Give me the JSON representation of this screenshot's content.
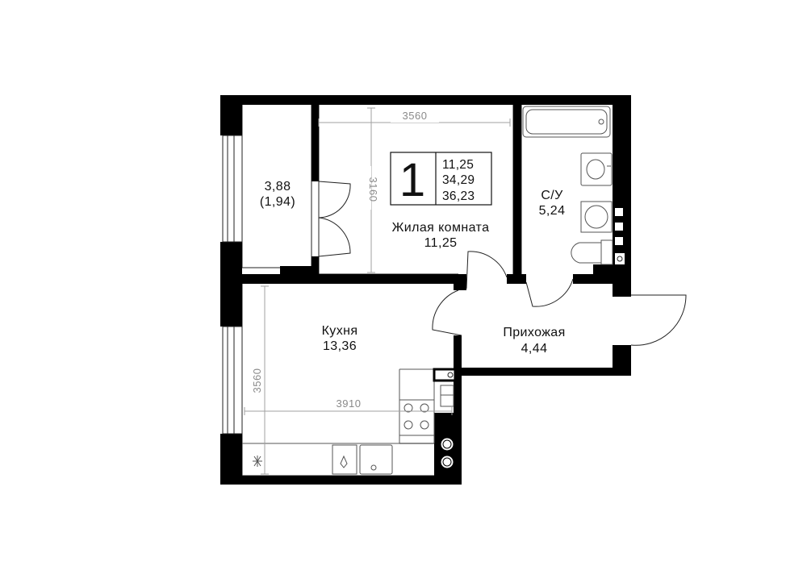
{
  "summary": {
    "rooms_count": "1",
    "living_area": "11,25",
    "total_area": "34,29",
    "total_area_with_balcony": "36,23"
  },
  "rooms": {
    "balcony": {
      "area": "3,88",
      "reduced_area": "(1,94)"
    },
    "living": {
      "name": "Жилая комната",
      "area": "11,25"
    },
    "bathroom": {
      "name": "С/У",
      "area": "5,24"
    },
    "kitchen": {
      "name": "Кухня",
      "area": "13,36"
    },
    "hallway": {
      "name": "Прихожая",
      "area": "4,44"
    }
  },
  "dimensions": {
    "living_width": "3560",
    "living_depth": "3160",
    "kitchen_depth": "3560",
    "kitchen_width": "3910"
  },
  "colors": {
    "wall": "#000000",
    "line": "#222222",
    "dimension": "#8a8a8a"
  }
}
